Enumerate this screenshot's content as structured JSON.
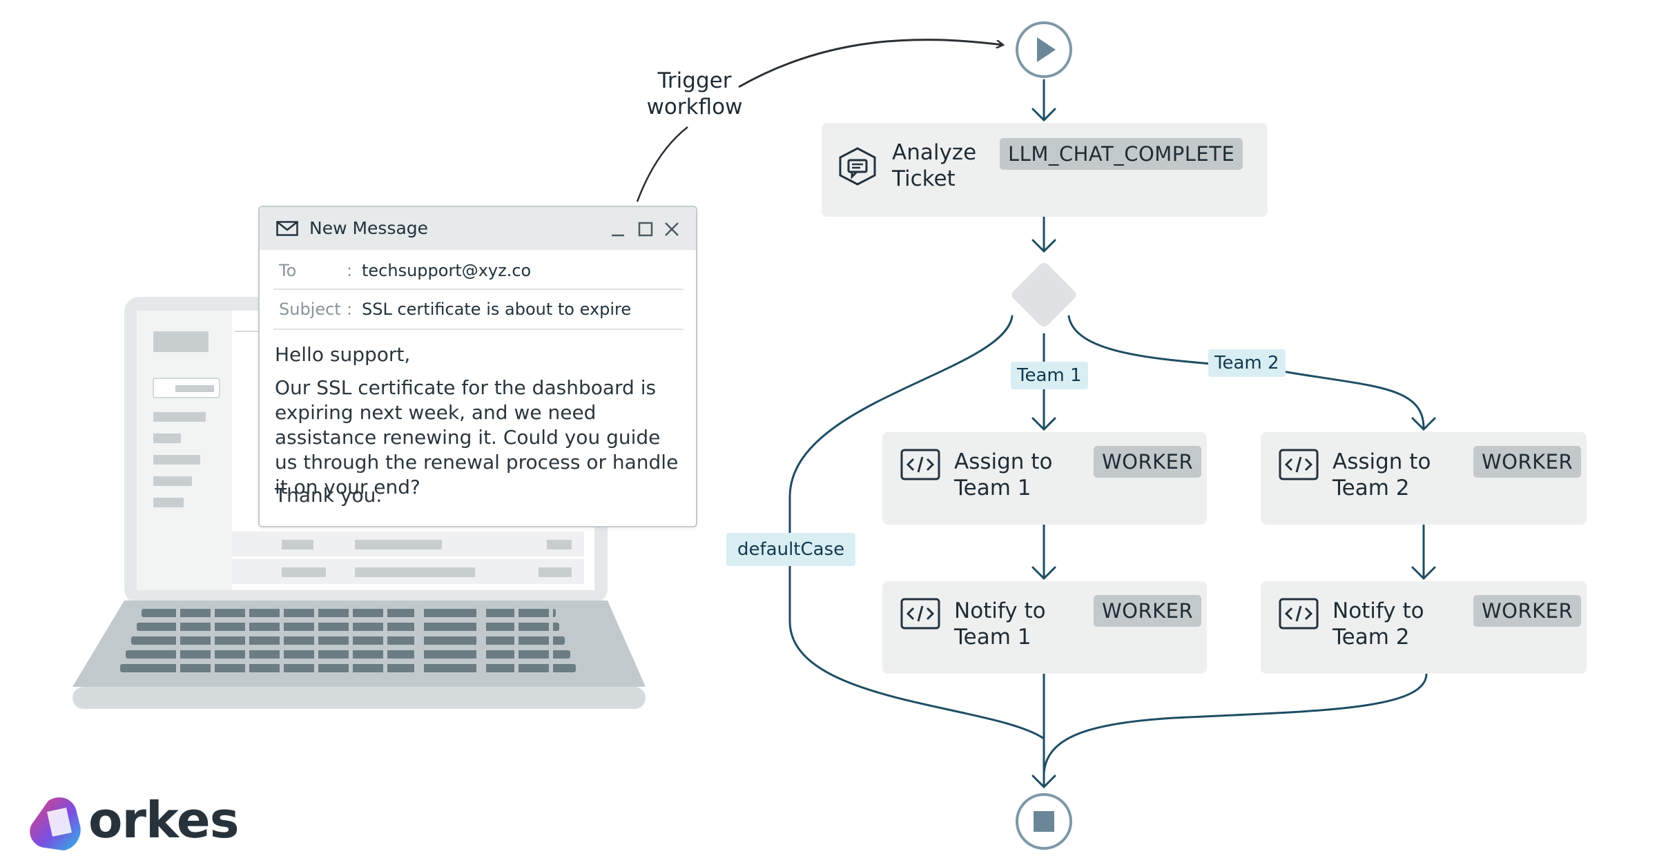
{
  "annotation": {
    "trigger_line1": "Trigger",
    "trigger_line2": "workflow"
  },
  "email": {
    "window_title": "New Message",
    "to_label": "To",
    "to_value": "techsupport@xyz.co",
    "subject_label": "Subject",
    "subject_value": "SSL certificate is about to expire",
    "separator": ":",
    "greeting": "Hello support,",
    "body": "Our SSL certificate for the dashboard is expiring next week, and we need assistance renewing it. Could you guide us through the renewal process or handle it on your end?",
    "closing": "Thank you."
  },
  "workflow": {
    "analyze_task": {
      "name": "Analyze\nTicket",
      "type": "LLM_CHAT_COMPLETE",
      "icon": "chat-bubble-icon"
    },
    "switch": {
      "icon": "switch-diamond",
      "cases": [
        "Team 1",
        "Team 2"
      ],
      "default_label": "defaultCase"
    },
    "assign_team1": {
      "name": "Assign to\nTeam 1",
      "type": "WORKER",
      "icon": "code-icon"
    },
    "assign_team2": {
      "name": "Assign to\nTeam 2",
      "type": "WORKER",
      "icon": "code-icon"
    },
    "notify_team1": {
      "name": "Notify to\nTeam 1",
      "type": "WORKER",
      "icon": "code-icon"
    },
    "notify_team2": {
      "name": "Notify to\nTeam 2",
      "type": "WORKER",
      "icon": "code-icon"
    },
    "start_icon": "play-icon",
    "end_icon": "stop-icon"
  },
  "logo": {
    "text": "orkes"
  },
  "colors": {
    "flow_line": "#1e4d63",
    "node_ring": "#7d98a6",
    "task_bg": "#eef0f0",
    "badge_bg": "#c3c9cb",
    "edge_label_bg": "#d9eef3",
    "brand_text": "#27323b"
  }
}
